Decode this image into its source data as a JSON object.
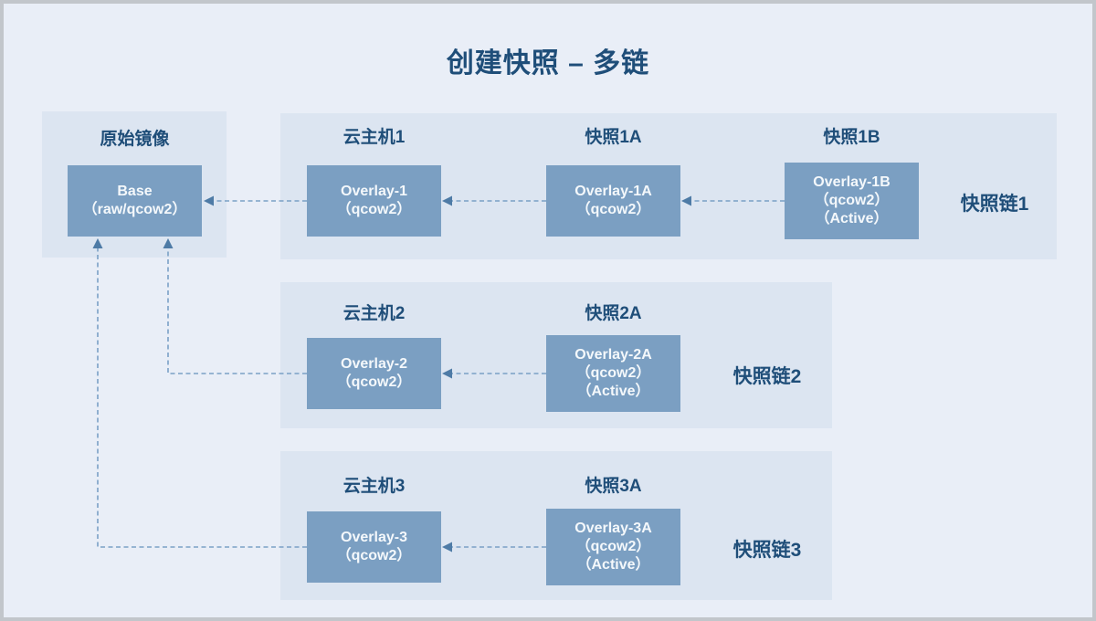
{
  "title": "创建快照 – 多链",
  "source_panel": {
    "label": "原始镜像",
    "box": {
      "line1": "Base",
      "line2": "（raw/qcow2）"
    }
  },
  "chains": [
    {
      "name": "快照链1",
      "nodes": [
        {
          "label": "云主机1",
          "line1": "Overlay-1",
          "line2": "（qcow2）"
        },
        {
          "label": "快照1A",
          "line1": "Overlay-1A",
          "line2": "（qcow2）"
        },
        {
          "label": "快照1B",
          "line1": "Overlay-1B",
          "line2": "（qcow2）",
          "line3": "（Active）"
        }
      ]
    },
    {
      "name": "快照链2",
      "nodes": [
        {
          "label": "云主机2",
          "line1": "Overlay-2",
          "line2": "（qcow2）"
        },
        {
          "label": "快照2A",
          "line1": "Overlay-2A",
          "line2": "（qcow2）",
          "line3": "（Active）"
        }
      ]
    },
    {
      "name": "快照链3",
      "nodes": [
        {
          "label": "云主机3",
          "line1": "Overlay-3",
          "line2": "（qcow2）"
        },
        {
          "label": "快照3A",
          "line1": "Overlay-3A",
          "line2": "（qcow2）",
          "line3": "（Active）"
        }
      ]
    }
  ],
  "colors": {
    "canvas-bg": "#e9eef7",
    "canvas-border": "#c2c6cb",
    "panel-bg": "#dce5f1",
    "node-bg": "#7b9fc2",
    "node-text": "#f4f8fb",
    "accent-dark": "#1f4e79",
    "arrow-line": "#7aa0c6",
    "arrow-head": "#4e7ba6"
  }
}
